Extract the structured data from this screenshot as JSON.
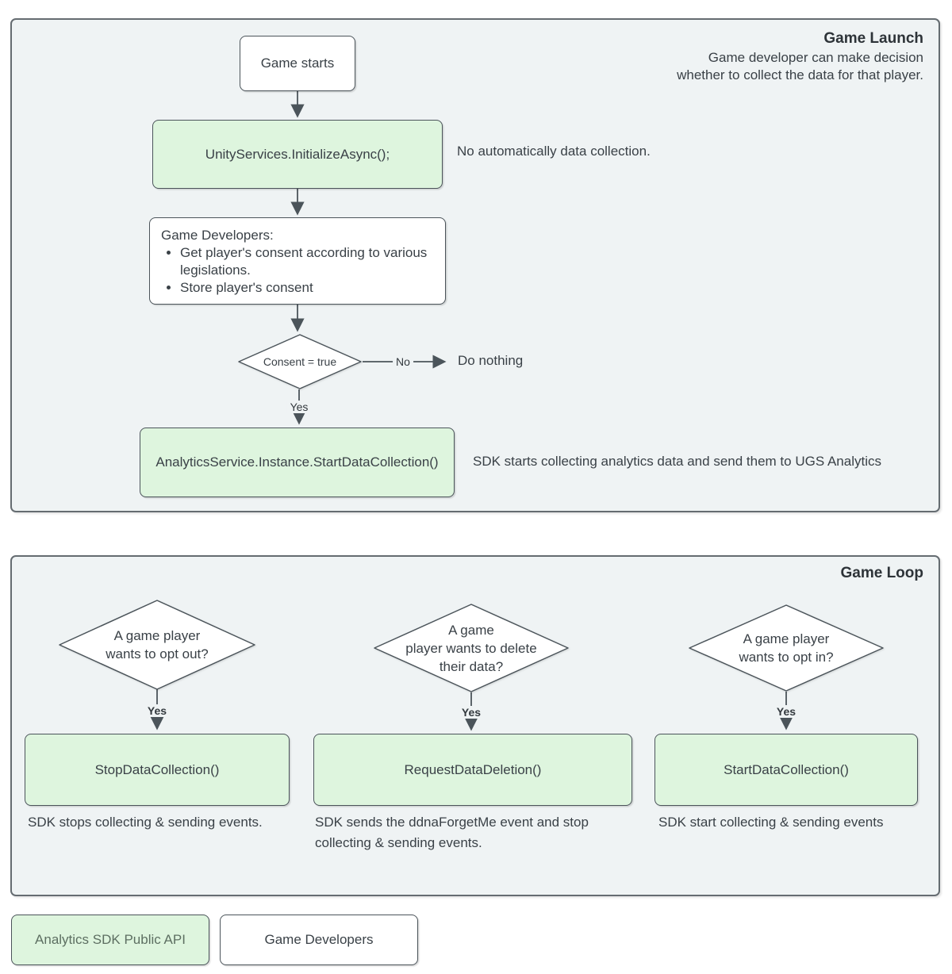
{
  "colors": {
    "panel_bg": "#eff3f4",
    "panel_border": "#656c71",
    "node_border": "#4b545a",
    "green_fill": "#def5de",
    "white_fill": "#ffffff",
    "text": "#3a4147"
  },
  "game_launch": {
    "title": "Game Launch",
    "subtitle": [
      "Game developer can make decision",
      "whether to collect the data for that player."
    ],
    "game_starts": "Game starts",
    "initialize": "UnityServices.InitializeAsync();",
    "initialize_note": "No automatically data collection.",
    "developers": {
      "title": "Game Developers:",
      "bullets": [
        "Get player's consent according to various legislations.",
        "Store player's consent"
      ]
    },
    "consent": "Consent = true",
    "no_label": "No",
    "do_nothing": "Do nothing",
    "yes_label": "Yes",
    "start_collection": "AnalyticsService.Instance.StartDataCollection()",
    "start_note": "SDK starts collecting analytics data and send them to UGS Analytics"
  },
  "game_loop": {
    "title": "Game Loop",
    "columns": [
      {
        "question": [
          "A game player",
          "wants to opt out?"
        ],
        "yes": "Yes",
        "action": "StopDataCollection()",
        "desc": "SDK stops collecting & sending events."
      },
      {
        "question": [
          "A game",
          "player wants to delete",
          "their data?"
        ],
        "yes": "Yes",
        "action": "RequestDataDeletion()",
        "desc": "SDK sends the ddnaForgetMe event and stop collecting & sending events."
      },
      {
        "question": [
          "A game player",
          "wants to opt in?"
        ],
        "yes": "Yes",
        "action": "StartDataCollection()",
        "desc": "SDK start collecting & sending events"
      }
    ]
  },
  "legend": [
    {
      "label": "Analytics SDK Public API"
    },
    {
      "label": "Game Developers"
    }
  ]
}
